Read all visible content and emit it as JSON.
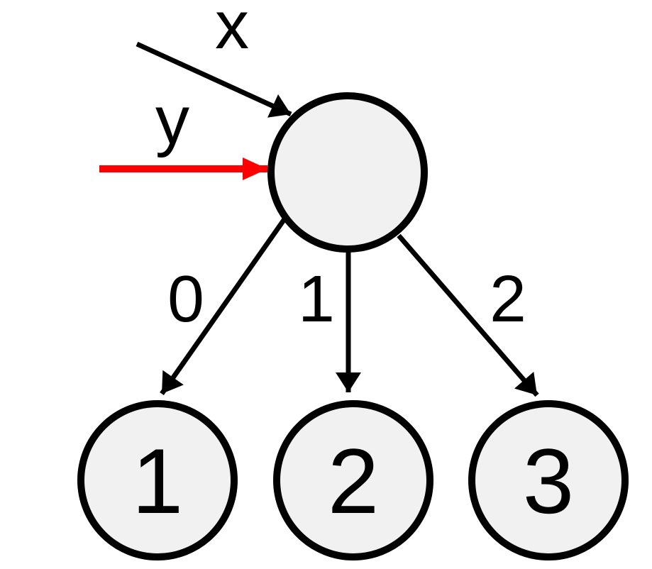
{
  "diagram": {
    "type": "tree-node-diagram",
    "palette": {
      "node_fill": "#f1f1f1",
      "node_stroke": "#000000",
      "edge_color": "#000000",
      "highlight_arrow_color": "#ff0000",
      "text_color": "#000000",
      "background": "#ffffff"
    },
    "incoming_arrows": [
      {
        "label": "x",
        "color": "#000000"
      },
      {
        "label": "y",
        "color": "#ff0000"
      }
    ],
    "root": {
      "label": ""
    },
    "branches": [
      {
        "edge_label": "0",
        "child_label": "1"
      },
      {
        "edge_label": "1",
        "child_label": "2"
      },
      {
        "edge_label": "2",
        "child_label": "3"
      }
    ]
  }
}
